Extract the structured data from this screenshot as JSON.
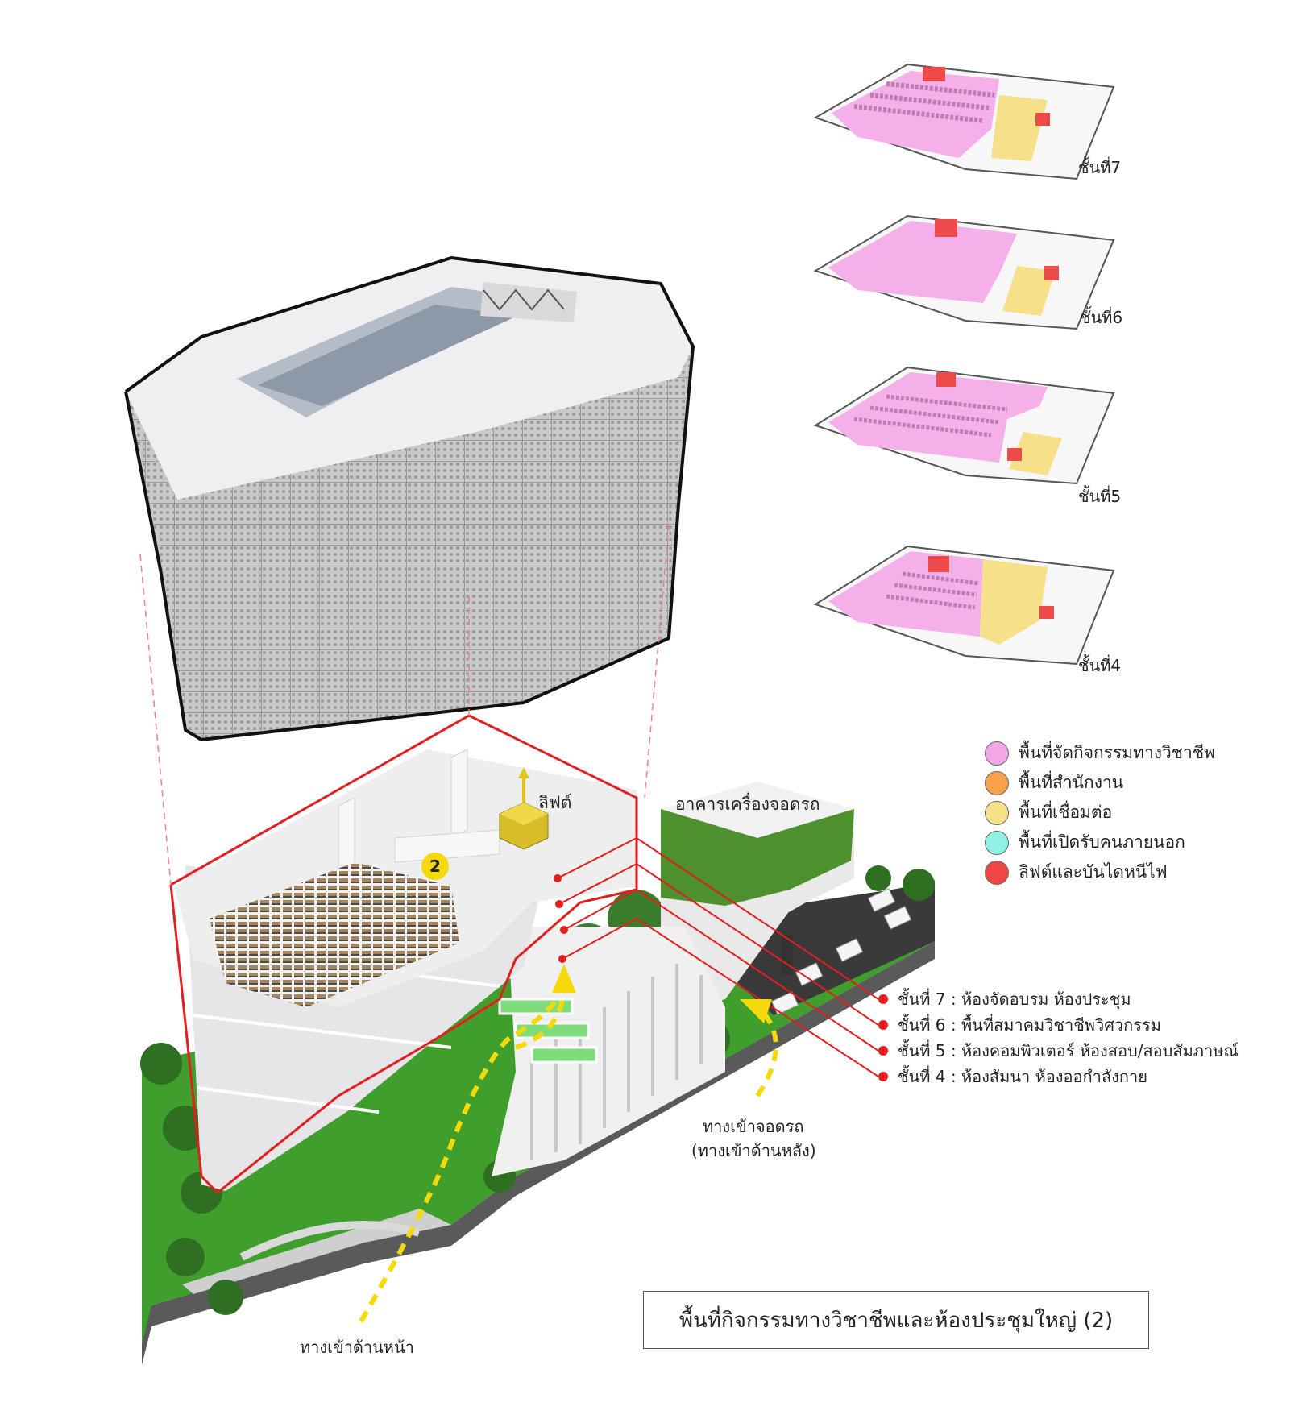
{
  "floor_plans": [
    {
      "label": "ชั้นที่7"
    },
    {
      "label": "ชั้นที่6"
    },
    {
      "label": "ชั้นที่5"
    },
    {
      "label": "ชั้นที่4"
    }
  ],
  "legend": [
    {
      "label": "พื้นที่จัดกิจกรรมทางวิชาชีพ",
      "color": "#f2a6e6"
    },
    {
      "label": "พื้นที่สำนักงาน",
      "color": "#f7a24a"
    },
    {
      "label": "พื้นที่เชื่อมต่อ",
      "color": "#f7e08a"
    },
    {
      "label": "พื้นที่เปิดรับคนภายนอก",
      "color": "#8ff0e3"
    },
    {
      "label": "ลิฟต์และบันไดหนีไฟ",
      "color": "#f04545"
    }
  ],
  "building_labels": {
    "lift": "ลิฟต์",
    "parking_building": "อาคารเครื่องจอดรถ",
    "marker_number": "2"
  },
  "floor_callouts": [
    "ชั้นที่ 7 : ห้องจัดอบรม ห้องประชุม",
    "ชั้นที่ 6 : พื้นที่สมาคมวิชาชีพวิศวกรรม",
    "ชั้นที่ 5 : ห้องคอมพิวเตอร์ ห้องสอบ/สอบสัมภาษณ์",
    "ชั้นที่ 4 : ห้องสัมนา ห้องออกำลังกาย"
  ],
  "entrances": {
    "parking_entrance": "ทางเข้าจอดรถ",
    "parking_entrance_sub": "(ทางเข้าด้านหลัง)",
    "front_entrance": "ทางเข้าด้านหน้า"
  },
  "caption": "พื้นที่กิจกรรมทางวิชาชีพและห้องประชุมใหญ่ (2)",
  "colors": {
    "accent_red": "#e41d1d",
    "path_yellow": "#f5d90a",
    "pink": "#f2a6e6",
    "connector_yellow": "#f7e08a",
    "green": "#3f9e2c"
  }
}
